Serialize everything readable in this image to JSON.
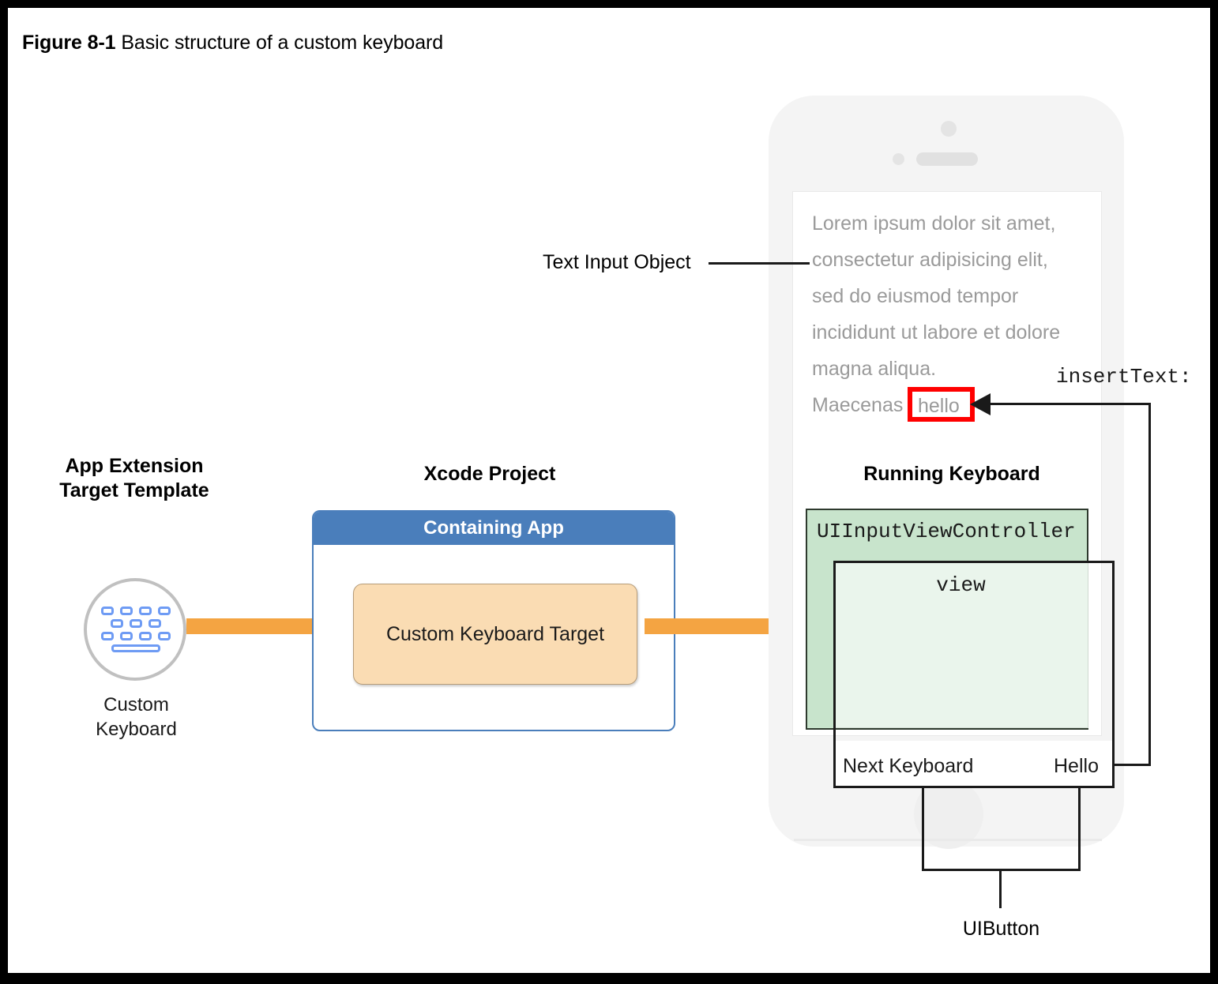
{
  "figure": {
    "label": "Figure 8-1",
    "caption": "Basic structure of a custom keyboard"
  },
  "colors": {
    "page_border": "#000000",
    "containing_app_header": "#4a7ebb",
    "custom_keyboard_target": "#fadcb3",
    "arrow_orange": "#f4a442",
    "uiinputviewcontroller": "#c8e4cc",
    "view_fill": "#eaf5ec",
    "highlight_red": "#ff0000",
    "phone_body": "#f4f4f4",
    "lorem_text": "#9a9a9a"
  },
  "sections": {
    "app_extension": {
      "title": "App Extension\nTarget Template",
      "icon_name": "keyboard-icon",
      "item_label": "Custom\nKeyboard"
    },
    "xcode_project": {
      "title": "Xcode Project",
      "containing_app_label": "Containing App",
      "target_label": "Custom Keyboard Target"
    },
    "running_keyboard": {
      "title": "Running Keyboard",
      "controller_label": "UIInputViewController",
      "view_label": "view",
      "buttons": [
        {
          "label": "Next Keyboard"
        },
        {
          "label": "Hello"
        }
      ]
    }
  },
  "phone": {
    "text_input": {
      "lines": [
        "Lorem ipsum dolor sit amet,",
        "consectetur adipisicing elit,",
        "sed do eiusmod tempor",
        "incididunt ut labore et dolore",
        "magna aliqua.",
        "Maecenas"
      ],
      "inserted_text": "hello"
    }
  },
  "callouts": {
    "text_input_object": "Text Input Object",
    "insert_text": "insertText:",
    "uibutton": "UIButton"
  }
}
